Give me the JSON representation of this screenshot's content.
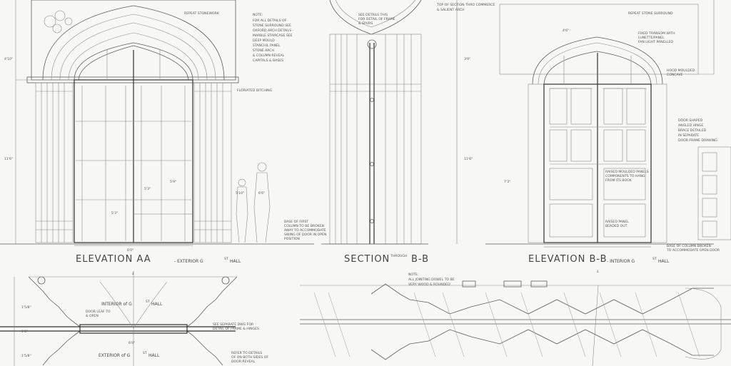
{
  "titles": {
    "elev_aa": "ELEVATION AA",
    "elev_aa_sub": "- EXTERIOR G",
    "elev_aa_sup": "ST",
    "elev_aa_end": "HALL",
    "section_bb": "SECTION",
    "section_bb_through": "THROUGH",
    "section_bb_end": "B-B",
    "elev_bb": "ELEVATION B-B",
    "elev_bb_sub": "- INTERIOR G",
    "elev_bb_sup": "ST",
    "elev_bb_end": "HALL",
    "plan_interior": "INTERIOR of G",
    "plan_interior_sup": "ST",
    "plan_interior_end": "HALL",
    "plan_exterior": "EXTERIOR of G",
    "plan_exterior_sup": "ST",
    "plan_exterior_end": "HALL"
  },
  "notes": {
    "note_a_title": "NOTE:",
    "note_a_lines": [
      "FOR ALL DETAILS OF",
      "STONE SURROUND SEE",
      "OXFORD ARCH DETAILS -",
      "MARBLE STAIRCASE SEE",
      "DEEP MOULD",
      "STANCHIL PANEL",
      "STONE ARCH",
      "& COLUMN REVEAL",
      "CAPITALS & BASES"
    ],
    "repeat_stonework": "REPEAT STONEWORK",
    "floriated_ditching": "FLORIATED DITCHING",
    "base_note": [
      "BASE OF FIRST",
      "COLUMN TO BE BROKEN",
      "AWAY TO ACCOMMODATE",
      "SWING OF DOOR IN OPEN",
      "POSITION"
    ],
    "section_note": [
      "SEE DETAILS THIS",
      "FOR DETAIL OF FRAME",
      "& SPURS"
    ],
    "top_section_note": [
      "TOP OF SECTION THRO COMMERCE",
      "& SALIENT ARCH"
    ],
    "repeat_stone_surround": "REPEAT STONE SURROUND",
    "fixed_transom": [
      "FIXED TRANSOM WITH",
      "LUNETTE/PANEL",
      "FAN LIGHT PANELLED"
    ],
    "hood_moulded": [
      "HOOD MOULDED",
      "CONCAVE"
    ],
    "door_shaped": [
      "DOOR SHAPED",
      "ANGLED HINGE",
      "BRACE DETAILED",
      "IN SEPARATE",
      "DOOR FRAME DRAWING"
    ],
    "base_column_interior": [
      "BASE OF COLUMN BROKEN",
      "TO ACCOMMODATE OPEN DOOR"
    ],
    "plan_note": [
      "NOTE:",
      "ALL JOINTING DOWEL TO BE",
      "VERY WOOD & ROUNDED"
    ],
    "refer_details": [
      "REFER TO DETAILS",
      "OF ON BOTH SIDES OF",
      "DOOR REVEAL"
    ],
    "see_separate": [
      "SEE SEPARATE DWG FOR",
      "DETAIL OF FRAME & HINGES"
    ],
    "door_leaf": [
      "DOOR LEAF TO",
      "& OPEN"
    ],
    "mid_panel": [
      "RAISED MOULDED PANELS",
      "COMPONENTS TO HANG",
      "FROM ITS BOOK"
    ],
    "raised_panel": [
      "RAISED PANEL",
      "BEADED OUT"
    ]
  },
  "dims": {
    "d1": "4'10\"",
    "d2": "11'6\"",
    "d3": "5'3\"",
    "d4": "6'0\"",
    "d5": "5'9\"",
    "d6": "5'3\"",
    "d7": "4'6\"",
    "d8": "11'6\"",
    "d9": "3'9\"",
    "d10": "7'3\"",
    "p1": "1'5/8\"",
    "p2": "1'0\"",
    "p3": "6'0\"",
    "p4": "1'5/8\"",
    "fig1": "5'10\"",
    "fig2": "6'6\""
  },
  "centerline": "£"
}
